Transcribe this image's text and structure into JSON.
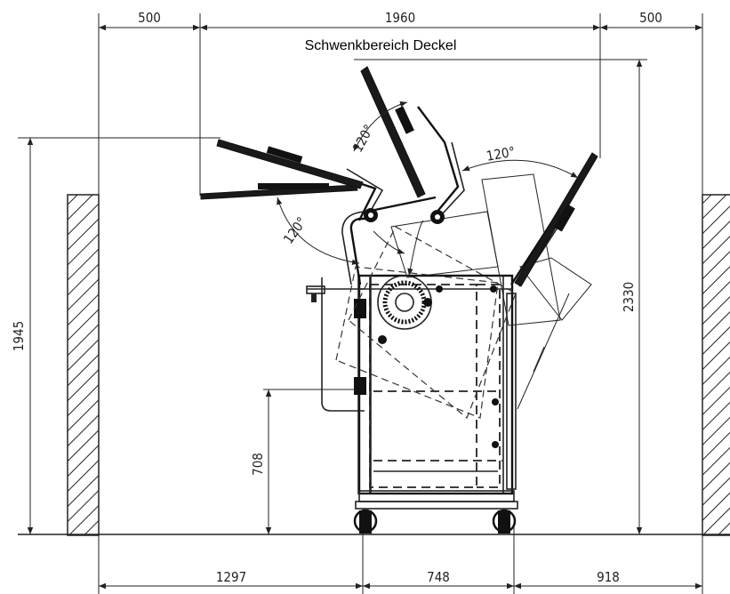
{
  "title": "Schwenkbereich Deckel",
  "dimensions": {
    "top_left": "500",
    "top_middle": "1960",
    "top_right": "500",
    "height_left": "1945",
    "height_right": "2330",
    "height_inner": "708",
    "bottom_left": "1297",
    "bottom_middle": "748",
    "bottom_right": "918"
  },
  "angles": {
    "left": "120°",
    "top": "120°",
    "right": "120°"
  },
  "colors": {
    "line": "#222222",
    "hatch": "#222222",
    "background": "#ffffff"
  }
}
